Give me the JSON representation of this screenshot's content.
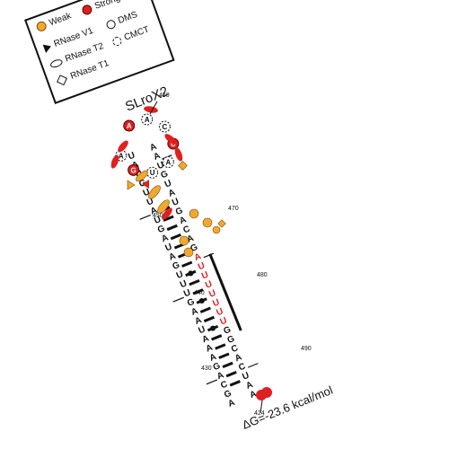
{
  "title": "SLroX2",
  "energy": "ΔG=-23.6 kcal/mol",
  "legend": {
    "weak": "Weak",
    "strong": "Strong",
    "rnase_v1": "RNase V1",
    "dms": "DMS",
    "rnase_t2": "RNase T2",
    "cmct": "CMCT",
    "rnase_t1": "RNase T1"
  },
  "numbers": {
    "n424": "424",
    "n430": "430",
    "n440": "440",
    "n450": "450",
    "n460": "460",
    "n470": "470",
    "n480": "480",
    "n490": "490"
  },
  "colors": {
    "weak": "#f0a830",
    "strong": "#e02020",
    "highlight_text": "#e02020",
    "ink": "#111111"
  },
  "strand5": [
    "A",
    "G",
    "C",
    "A",
    "G",
    "A",
    "A",
    "A",
    "U",
    "A",
    "A",
    "G",
    "U",
    "U",
    "U",
    "G",
    "A",
    "U",
    "A",
    "G",
    "U",
    "A",
    "U",
    "U",
    "G",
    "U",
    "A",
    "U"
  ],
  "strand3": [
    "A",
    "A",
    "U",
    "C",
    "A",
    "C",
    "G",
    "G",
    "U",
    "U",
    "U",
    "U",
    "U",
    "U",
    "U",
    "A",
    "G",
    "A",
    "C",
    "A",
    "G",
    "U",
    "A",
    "U",
    "G",
    "U",
    "A",
    "A"
  ],
  "highlight_letters": [
    "U",
    "U",
    "U",
    "U",
    "U",
    "U",
    "G",
    "G"
  ],
  "loop_letters": [
    "A",
    "A",
    "C",
    "U",
    "A",
    "U",
    "G",
    "A"
  ]
}
